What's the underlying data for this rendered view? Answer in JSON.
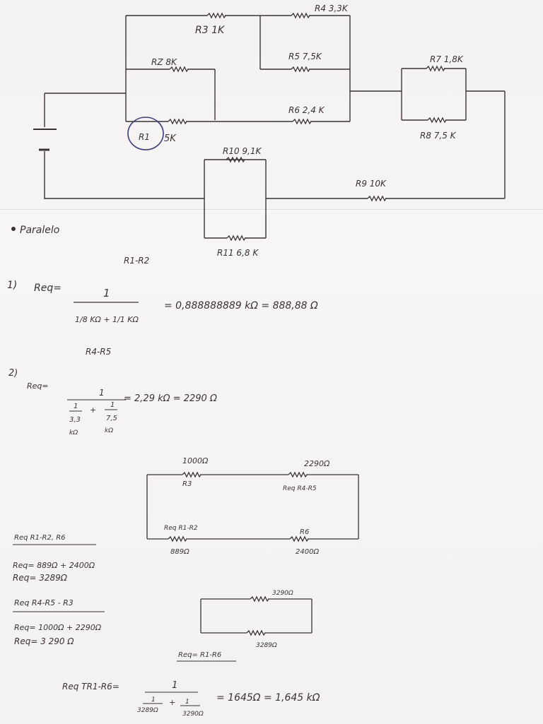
{
  "circuit": {
    "r1": "R1",
    "r1_value": "5K",
    "r2": "RZ  8K",
    "r3": "R3  1K",
    "r4": "R4  3,3K",
    "r5": "R5   7,5K",
    "r6": "R6  2,4 K",
    "r7": "R7   1,8K",
    "r8": "R8  7,5 K",
    "r9": "R9    10K",
    "r10": "R10  9,1K",
    "r11": "R11   6,8 K"
  },
  "section_title": "Paralelo",
  "step1": {
    "pair": "R1-R2",
    "number": "1)",
    "lhs": "Req=",
    "numerator": "1",
    "denominator": "1/8 KΩ + 1/1 KΩ",
    "result": "= 0,888888889 kΩ = 888,88 Ω"
  },
  "step2": {
    "pair": "R4-R5",
    "number": "2)",
    "lhs": "Req=",
    "numerator": "1",
    "d1_num": "1",
    "d1_den": "3,3",
    "d1_unit": "kΩ",
    "d2_num": "1",
    "d2_den": "7,5",
    "d2_unit": "kΩ",
    "plus": "+",
    "result": "= 2,29 kΩ = 2290 Ω"
  },
  "circuit2": {
    "top_left_value": "1000Ω",
    "top_left_label": "R3",
    "top_right_value": "2290Ω",
    "top_right_label": "Req R4-R5",
    "bottom_left_label": "Req R1-R2",
    "bottom_left_value": "889Ω",
    "bottom_right_label": "R6",
    "bottom_right_value": "2400Ω"
  },
  "series1": {
    "title": "Req R1-R2, R6",
    "line1": "Req= 889Ω + 2400Ω",
    "line2": "Req= 3289Ω"
  },
  "series2": {
    "title": "Req  R4-R5 - R3",
    "line1": "Req= 1000Ω + 2290Ω",
    "line2": "Req= 3 290 Ω"
  },
  "circuit3": {
    "top_value": "3290Ω",
    "bottom_value": "3289Ω",
    "label": "Req= R1-R6"
  },
  "final": {
    "lhs": "Req TR1-R6=",
    "numerator": "1",
    "d1_num": "1",
    "d1_den": "3289Ω",
    "d2_num": "1",
    "d2_den": "3290Ω",
    "plus": "+",
    "result": "= 1645Ω = 1,645 kΩ"
  },
  "colors": {
    "ink": "#3a3234",
    "circle": "#3b3d8a",
    "paper": "#f4f3f1"
  }
}
